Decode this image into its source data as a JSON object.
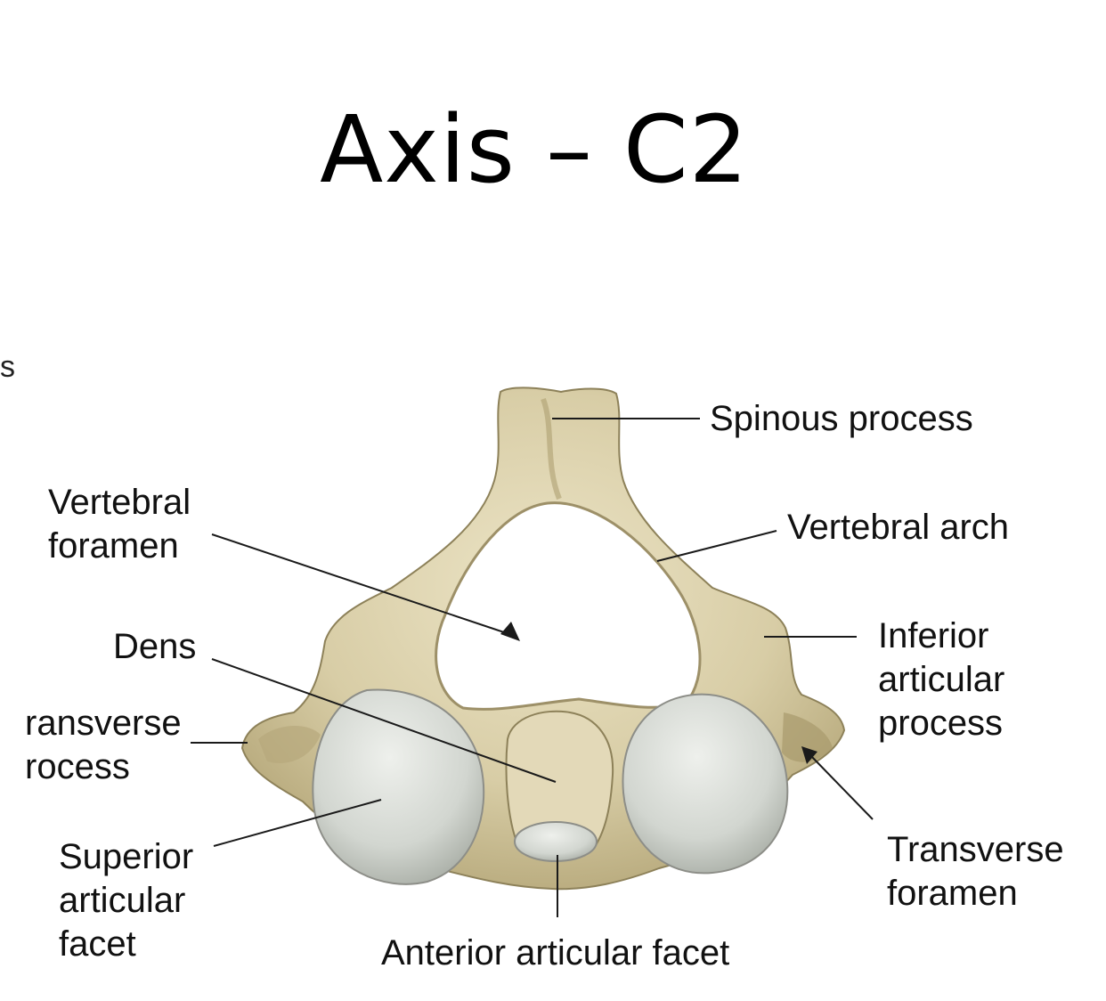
{
  "title": "Axis – C2",
  "stray_text": "s",
  "labels": {
    "spinous_process": "Spinous process",
    "vertebral_foramen": "Vertebral\nforamen",
    "vertebral_arch": "Vertebral arch",
    "dens": "Dens",
    "inferior_articular_process": "Inferior\narticular\nprocess",
    "transverse_process": "ransverse\nrocess",
    "superior_articular_facet": "Superior\narticular\nfacet",
    "transverse_foramen": "Transverse\nforamen",
    "anterior_articular_facet": "Anterior articular facet"
  },
  "colors": {
    "bone": "#ddd3b0",
    "bone_shadow": "#b9ab7e",
    "bone_dark": "#8d8159",
    "cartilage": "#c9cdc7",
    "cartilage_light": "#e6e9e4",
    "leader_line": "#1a1a1a"
  }
}
